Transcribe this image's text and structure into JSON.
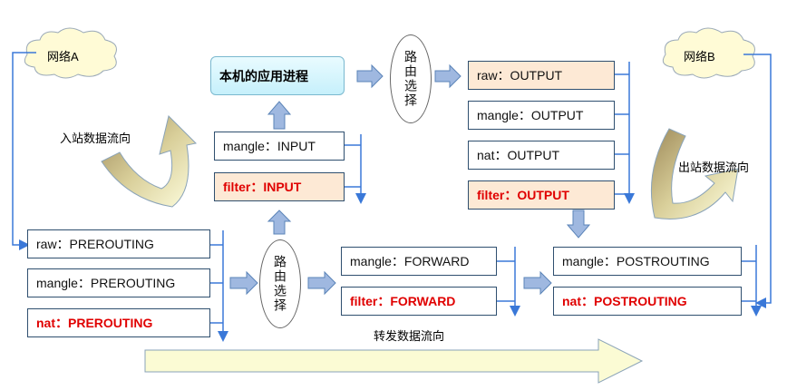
{
  "clouds": {
    "left": "网络A",
    "right": "网络B"
  },
  "flow_labels": {
    "inbound": "入站数据流向",
    "outbound": "出站数据流向",
    "forward": "转发数据流向"
  },
  "app_process": "本机的应用进程",
  "routing_decision": "路由选择",
  "prerouting": {
    "raw": "raw：PREROUTING",
    "mangle": "mangle：PREROUTING",
    "nat": "nat：PREROUTING"
  },
  "input": {
    "mangle": "mangle：INPUT",
    "filter": "filter：INPUT"
  },
  "output": {
    "raw": "raw：OUTPUT",
    "mangle": "mangle：OUTPUT",
    "nat": "nat：OUTPUT",
    "filter": "filter：OUTPUT"
  },
  "forward": {
    "mangle": "mangle：FORWARD",
    "filter": "filter：FORWARD"
  },
  "postrouting": {
    "mangle": "mangle：POSTROUTING",
    "nat": "nat：POSTROUTING"
  },
  "colors": {
    "line": "#3a78d8",
    "arrow_fill": "#9fb8e0",
    "red": "#e00000",
    "peach": "#fde9d5",
    "big_arrow": "#fbfbd4",
    "app_fill": "#c6f0fb"
  }
}
